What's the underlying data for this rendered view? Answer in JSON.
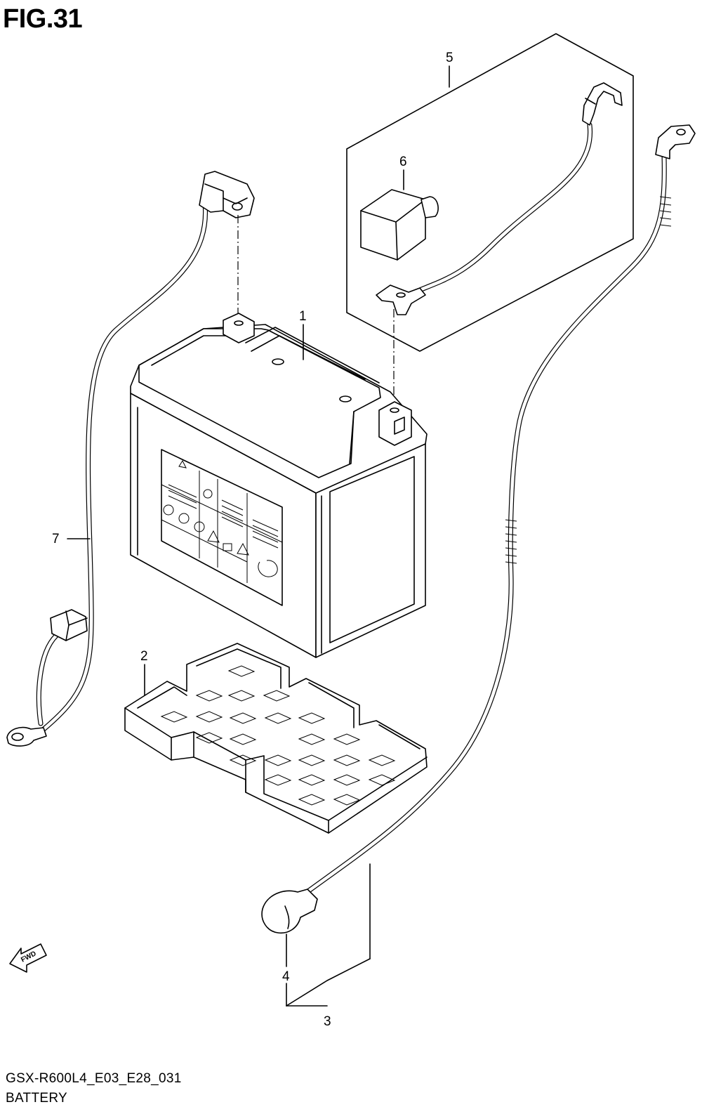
{
  "figure": {
    "title": "FIG.31",
    "code": "GSX-R600L4_E03_E28_031",
    "name": "BATTERY"
  },
  "callouts": [
    "1",
    "2",
    "3",
    "4",
    "5",
    "6",
    "7"
  ],
  "fwd_label": "FWD"
}
